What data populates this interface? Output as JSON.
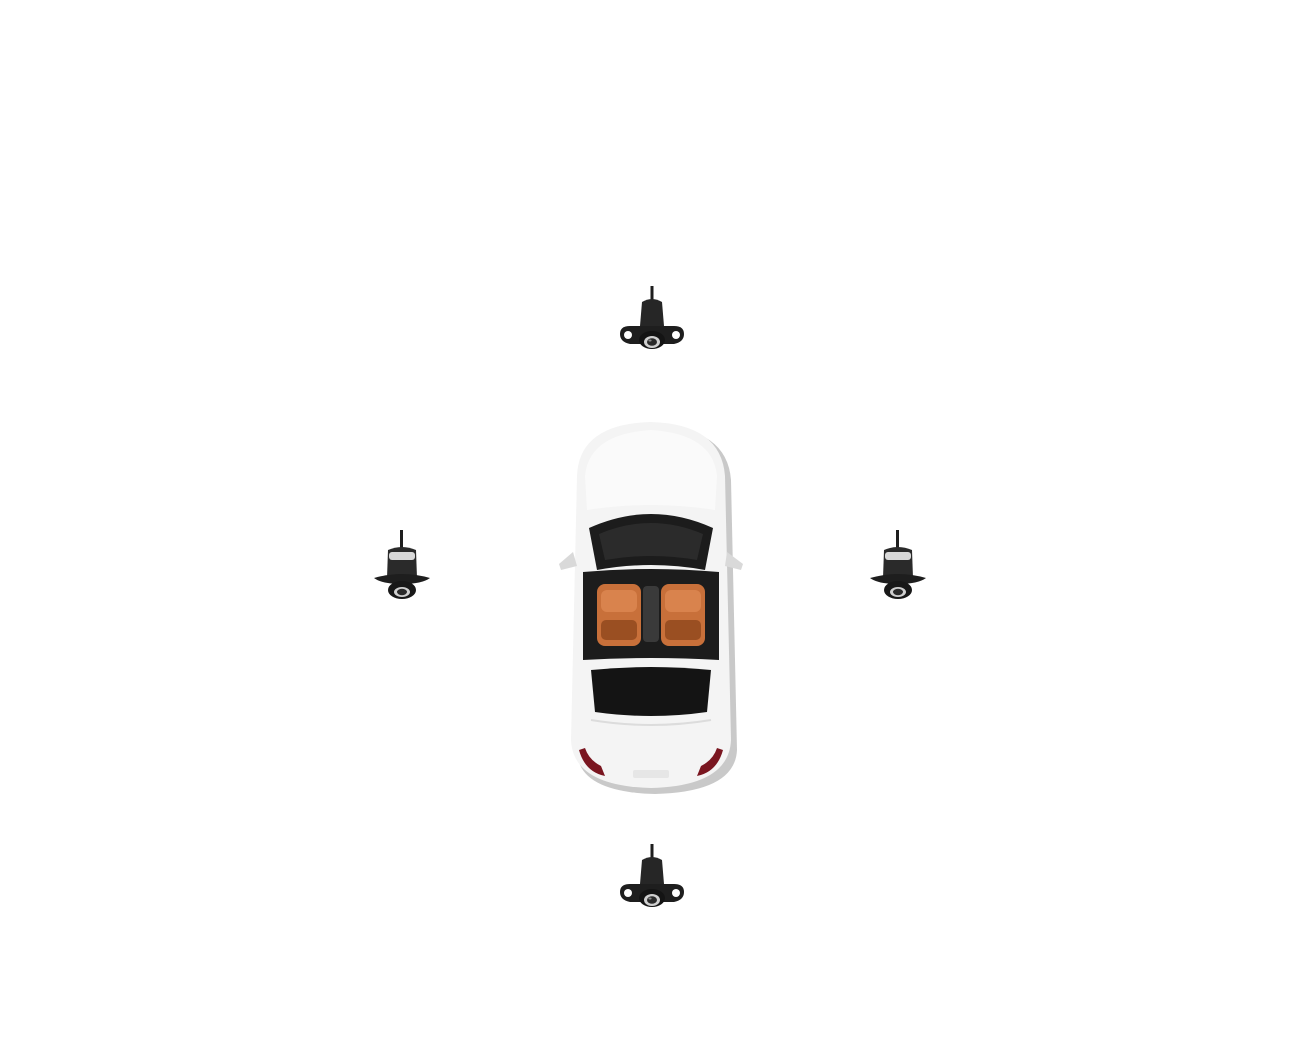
{
  "scene": {
    "background": "#ffffff",
    "subject": "car-top-view-icon",
    "cameras": [
      {
        "id": "front",
        "style": "flush-mount"
      },
      {
        "id": "left",
        "style": "butterfly-mount"
      },
      {
        "id": "right",
        "style": "butterfly-mount"
      },
      {
        "id": "rear",
        "style": "flush-mount"
      }
    ]
  },
  "colors": {
    "car_body": "#f4f4f4",
    "car_shadow": "#c9c9c9",
    "cabin": "#1c1c1c",
    "seat": "#c8703a",
    "seat_dark": "#9a4f22",
    "camera_body": "#1e1e1e",
    "camera_ring": "#cfcfcf",
    "tail_light": "#7a1620"
  }
}
